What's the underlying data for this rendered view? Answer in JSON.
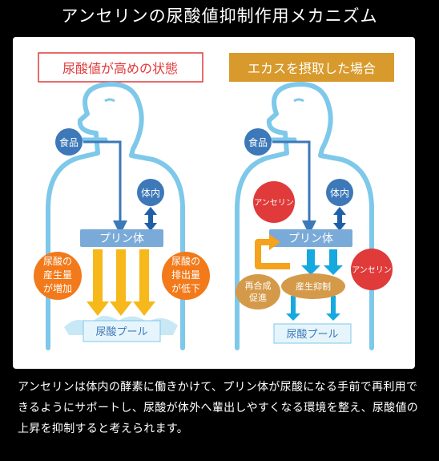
{
  "title": "アンセリンの尿酸値抑制作用メカニズム",
  "left_panel": {
    "header": "尿酸値が高めの状態",
    "food": "食品",
    "body_in": "体内",
    "purine": "プリン体",
    "production": [
      "尿酸の",
      "産生量",
      "が増加"
    ],
    "excretion": [
      "尿酸の",
      "排出量",
      "が低下"
    ],
    "pool": "尿酸プール"
  },
  "right_panel": {
    "header": "エカスを摂取した場合",
    "food": "食品",
    "body_in": "体内",
    "anserine_1": "アンセリン",
    "anserine_2": "アンセリン",
    "purine": "プリン体",
    "resynthesis": [
      "再合成",
      "促進"
    ],
    "suppression": "産生抑制",
    "pool": "尿酸プール"
  },
  "description": "アンセリンは体内の酵素に働きかけて、プリン体が尿酸になる手前で再利用できるようにサポートし、尿酸が体外へ輩出しやすくなる環境を整え、尿酸値の上昇を抑制すると考えられます。",
  "colors": {
    "body_outline": "#7ec8ea",
    "accent_red": "#e03a3a",
    "accent_gold": "#d89a2c",
    "node_blue": "#3d78b8",
    "purine_blue": "#7aaad8",
    "orange": "#f27a1a",
    "yellow": "#f5c400",
    "cyan_arrow": "#15a9e0",
    "pool_fill": "#e6f5fb",
    "resynth_tan": "#d49a4a"
  }
}
